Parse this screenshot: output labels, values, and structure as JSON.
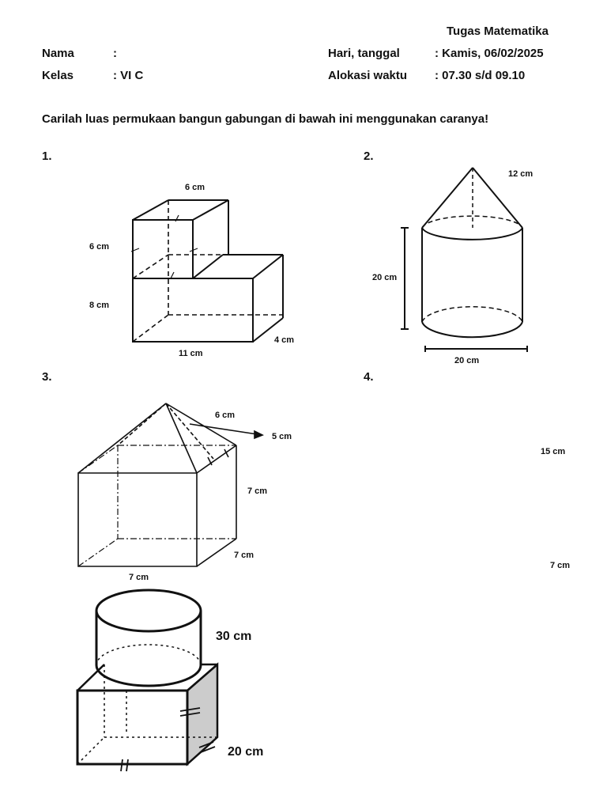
{
  "header": {
    "title": "Tugas Matematika",
    "nama_label": "Nama",
    "nama_value": ":",
    "kelas_label": "Kelas",
    "kelas_value": ": VI C",
    "hari_label": "Hari, tanggal",
    "hari_value": ": Kamis, 06/02/2025",
    "alokasi_label": "Alokasi waktu",
    "alokasi_value": ": 07.30 s/d 09.10"
  },
  "instruction": "Carilah luas permukaan bangun gabungan di bawah ini menggunakan caranya!",
  "problems": [
    {
      "number": "1.",
      "labels": [
        "6 cm",
        "6 cm",
        "8 cm",
        "11 cm",
        "4 cm"
      ]
    },
    {
      "number": "2.",
      "labels": [
        "12 cm",
        "20 cm",
        "20 cm"
      ]
    },
    {
      "number": "3.",
      "labels": [
        "6 cm",
        "5 cm",
        "7 cm",
        "7 cm",
        "7 cm"
      ]
    },
    {
      "number": "4.",
      "labels": [
        "15 cm",
        "7 cm"
      ]
    }
  ],
  "extra_figure": {
    "labels": [
      "30 cm",
      "20 cm"
    ]
  }
}
